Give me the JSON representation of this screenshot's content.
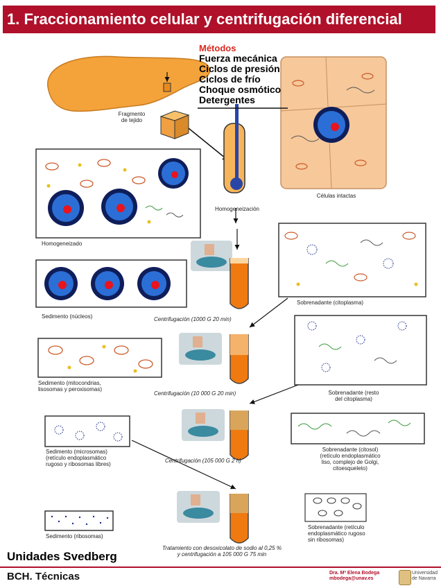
{
  "title": "1. Fraccionamiento celular y centrifugación diferencial",
  "methods": {
    "heading": "Métodos",
    "items": [
      "Fuerza mecánica",
      "Ciclos de presión",
      "Ciclos de frío",
      "Choque osmótico",
      "Detergentes"
    ]
  },
  "labels": {
    "tissue_fragment": "Fragmento\nde tejido",
    "intact_cells": "Células intactas",
    "homogenization": "Homogeneización",
    "homogenate": "Homogeneizado",
    "sed_nuclei": "Sedimento (núcleos)",
    "centrif1": "Centrifugación (1000 G 20 min)",
    "sup1": "Sobrenadante (citoplasma)",
    "sed_mito": "Sedimento (mitocondrias,\nlisosomas y peroxisomas)",
    "centrif2": "Centrifugación (10 000 G 20 min)",
    "sup2": "Sobrenadante (resto\ndel citoplasma)",
    "sed_micro": "Sedimento (microsomas)\n(retículo endoplasmático\nrugoso y ribosomas libres)",
    "centrif3": "Centrifugación (105 000 G 2 h)",
    "sup3": "Sobrenadante (citosol)\n(retículo endoplasmático\nliso, complejo de Golgi,\ncitoesqueleto)",
    "sed_ribo": "Sedimento (ribosomas)",
    "treatment": "Tratamiento con desoxicolato de sodio al 0,25 %\ny centrifugación a 105 000 G 75 min",
    "sup4": "Sobrenadante (retículo\nendoplasmático rugoso\nsin ribosomas)"
  },
  "bottom_title": "Unidades Svedberg",
  "footer": {
    "course": "BCH. Técnicas",
    "author": "Dra. Mª Elena Bodega",
    "email": "mbodega@unav.es",
    "university": "Universidad\nde Navarra"
  },
  "colors": {
    "title_bg": "#b0102a",
    "methods_heading": "#d8291e",
    "liver": "#f3a33a",
    "orange_fluid": "#f07a10",
    "nucleus": "#2b6fd6",
    "nucleolus": "#e8141e",
    "tissue_bg": "#f6c89a"
  }
}
